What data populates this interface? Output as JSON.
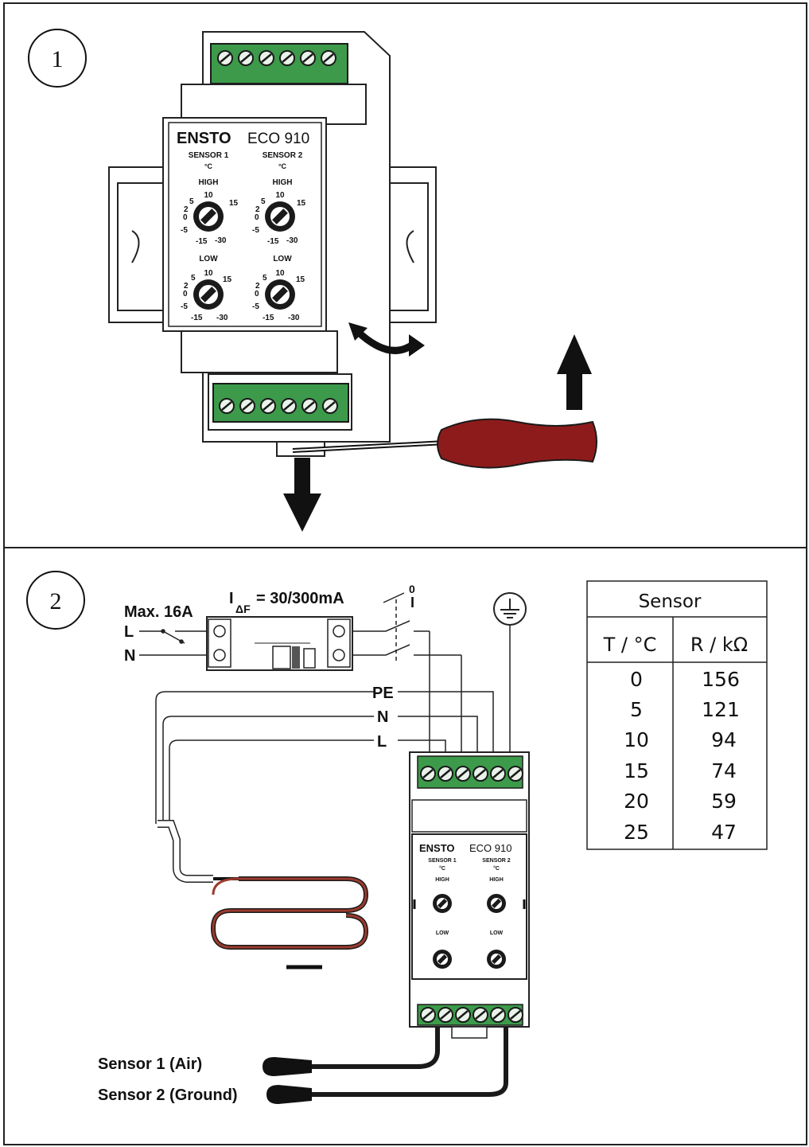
{
  "panel1": {
    "number": "1",
    "device": {
      "brand": "ENSTO",
      "model": "ECO 910",
      "sensor1": "SENSOR 1",
      "sensor2": "SENSOR 2",
      "unit": "°C",
      "high": "HIGH",
      "low": "LOW",
      "scale": [
        "10",
        "15",
        "5",
        "2",
        "0",
        "-5",
        "-15",
        "-30"
      ]
    }
  },
  "panel2": {
    "number": "2",
    "breaker_max": "Max. 16A",
    "rcd_label": "I",
    "rcd_sub": "ΔF",
    "rcd_value": "= 30/300mA",
    "switch_0": "0",
    "switch_1": "I",
    "line_L": "L",
    "line_N": "N",
    "wire_PE": "PE",
    "wire_N": "N",
    "wire_L": "L",
    "sensor1_label": "Sensor 1 (Air)",
    "sensor2_label": "Sensor 2 (Ground)",
    "device": {
      "brand": "ENSTO",
      "model": "ECO 910",
      "sensor1": "SENSOR 1",
      "sensor2": "SENSOR 2",
      "unit": "°C",
      "high": "HIGH",
      "low": "LOW"
    },
    "table": {
      "title": "Sensor",
      "headers": [
        "T / °C",
        "R / kΩ"
      ],
      "rows": [
        [
          "0",
          "156"
        ],
        [
          "5",
          "121"
        ],
        [
          "10",
          "94"
        ],
        [
          "15",
          "74"
        ],
        [
          "20",
          "59"
        ],
        [
          "25",
          "47"
        ]
      ]
    }
  },
  "colors": {
    "terminal_green": "#3c9a4a",
    "screwdriver_red": "#8e1b1b",
    "cable_red": "#9b3a2e"
  }
}
